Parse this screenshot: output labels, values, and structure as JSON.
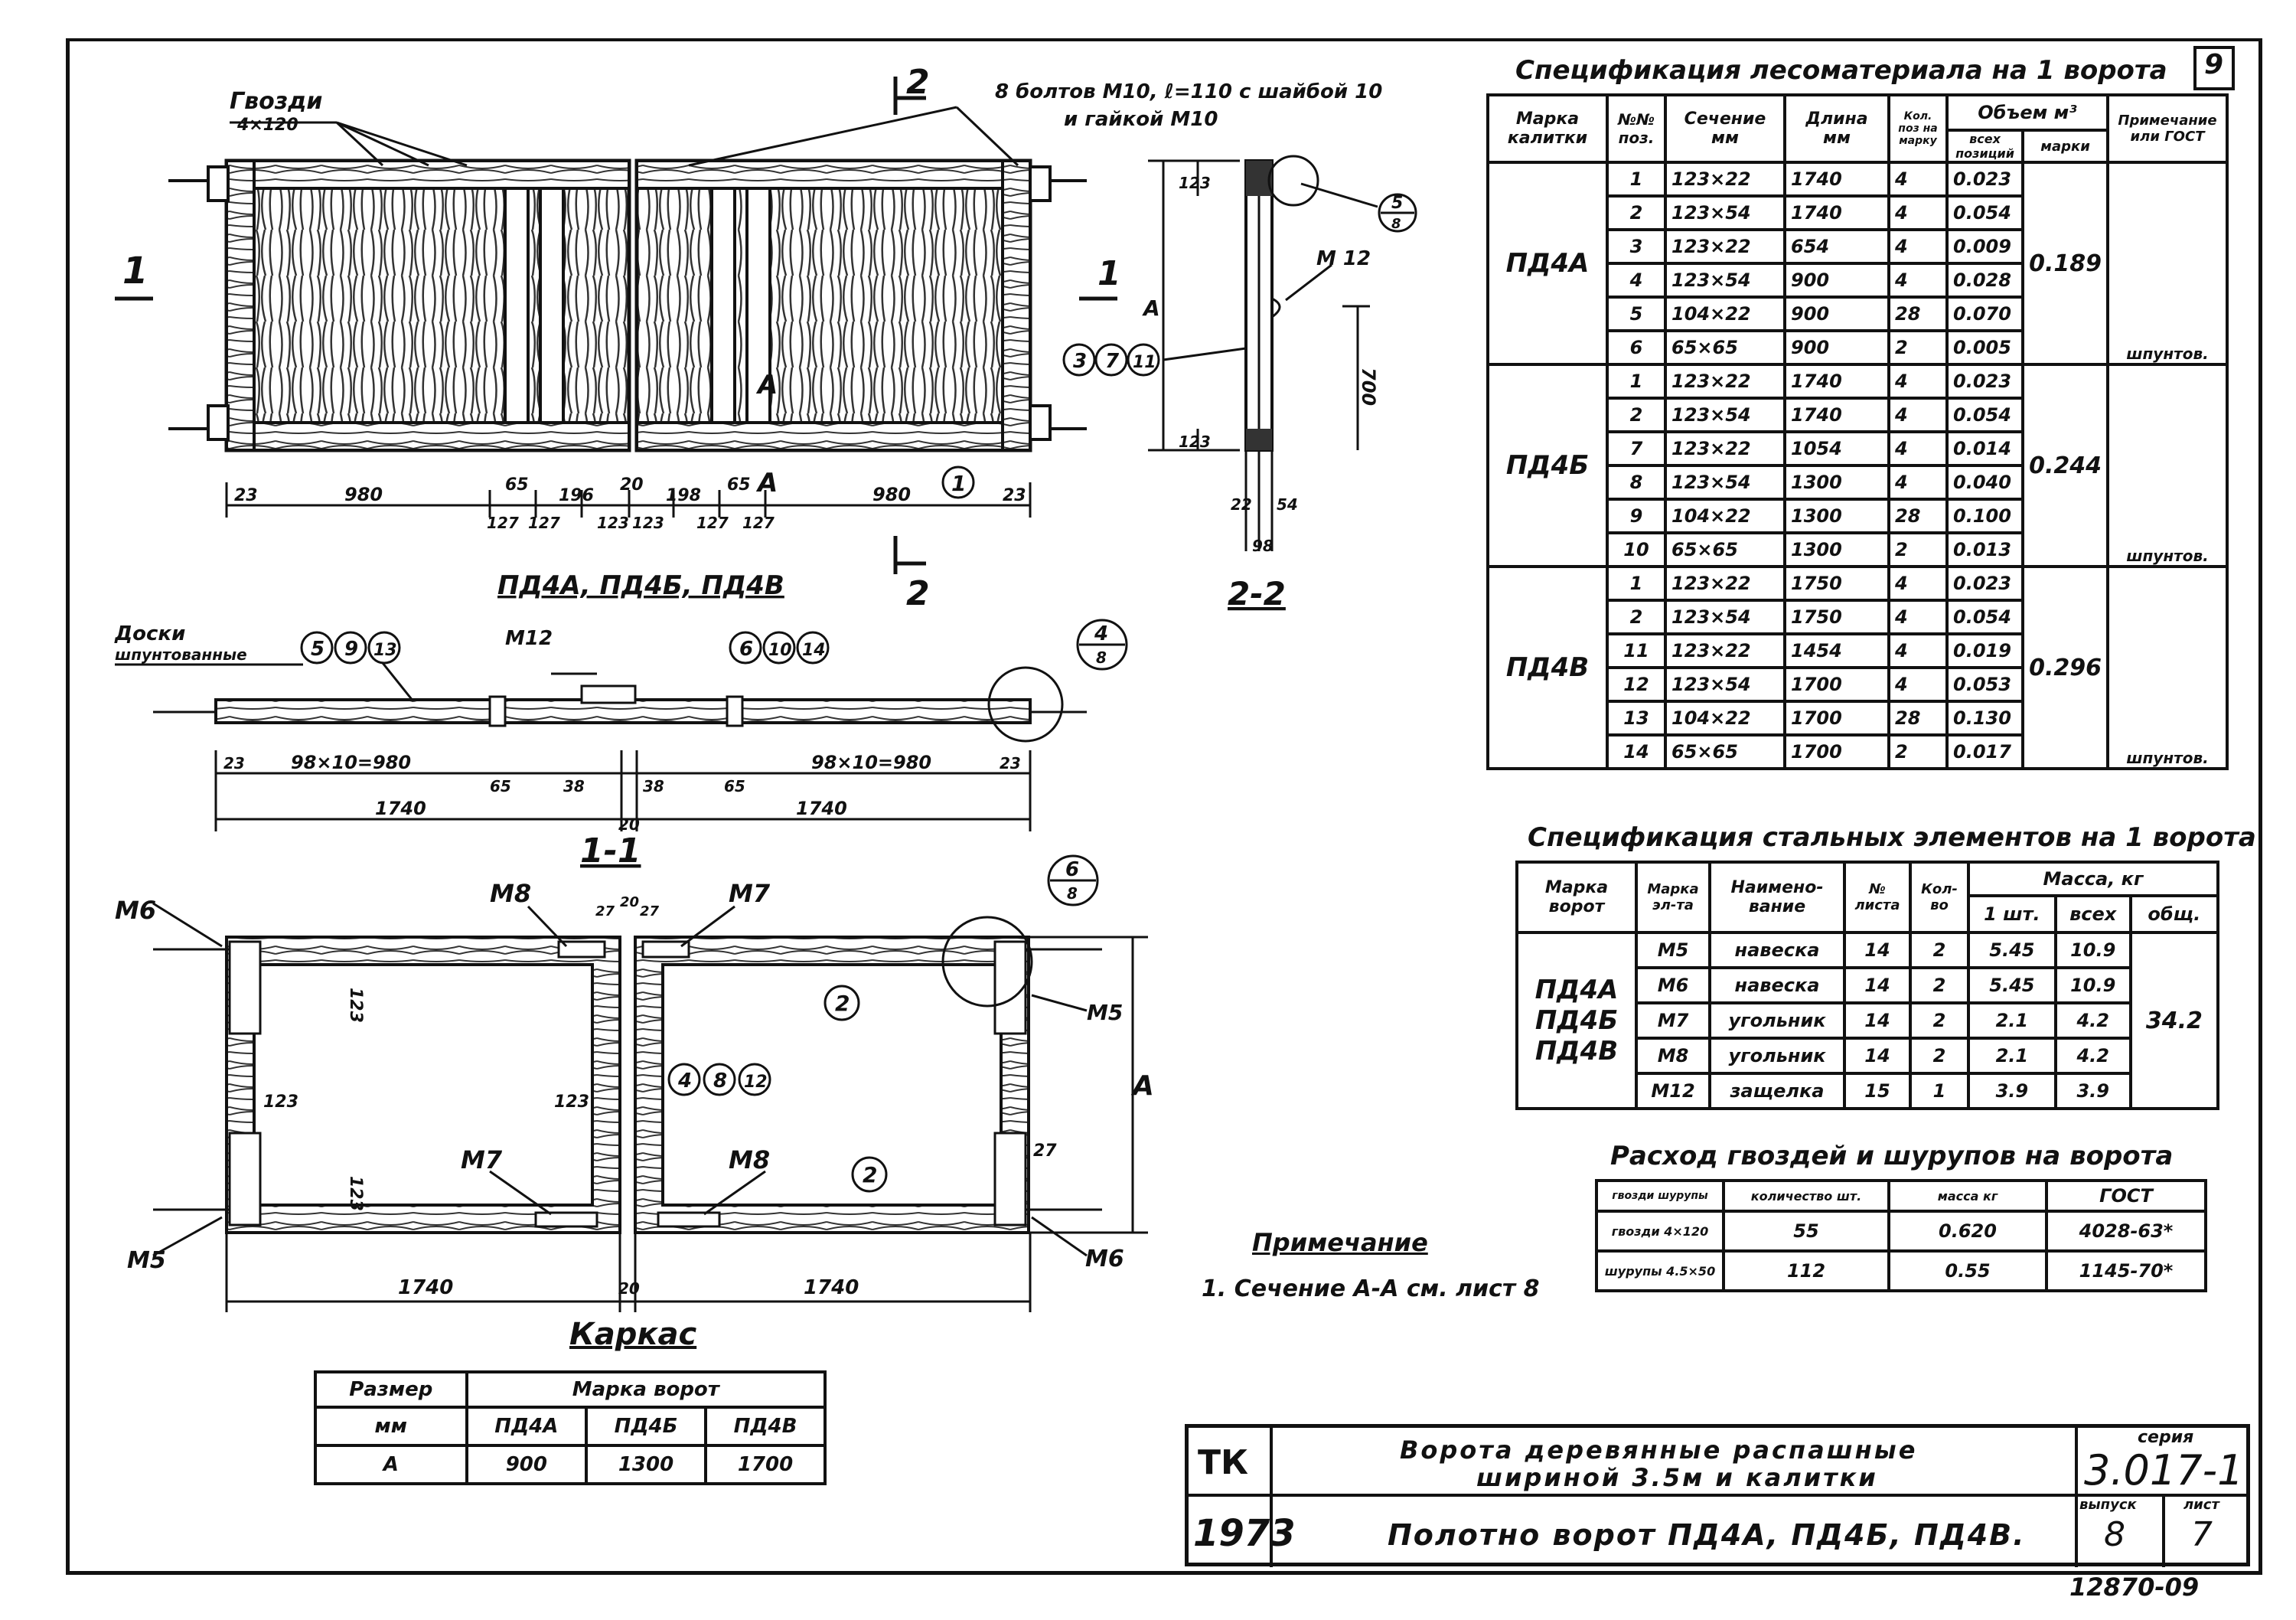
{
  "sheet_no": "9",
  "drawing": {
    "nails_label": "Гвозди",
    "nails_size": "4×120",
    "bolts_note_1": "8 болтов М10, ℓ=110 с шайбой 10",
    "bolts_note_2": "и гайкой М10",
    "section_2": "2",
    "section_1": "1",
    "section_A": "А",
    "dim_980": "980",
    "dim_23": "23",
    "dim_65": "65",
    "dim_196": "196",
    "dim_20": "20",
    "dim_198": "198",
    "dim_127": "127",
    "dim_123": "123",
    "callout_1": "1",
    "view_caption": "ПД4А, ПД4Б, ПД4В",
    "m12": "М 12",
    "dim_700": "700",
    "dim_22": "22",
    "dim_54": "54",
    "dim_98": "98",
    "callout_5": "5",
    "callout_8": "8",
    "callout_3": "3",
    "callout_7": "7",
    "callout_11": "11",
    "section_22": "2-2",
    "boards_label_1": "Доски",
    "boards_label_2": "шпунтованные",
    "c_5": "5",
    "c_9": "9",
    "c_13": "13",
    "c_6": "6",
    "c_10": "10",
    "c_14": "14",
    "c_4": "4",
    "c_4b": "8",
    "m12b": "М12",
    "dim_98x10": "98×10=980",
    "dim_1740": "1740",
    "dim_38": "38",
    "section_11": "1-1",
    "frame_M5": "М5",
    "frame_M6": "М6",
    "frame_M7": "М7",
    "frame_M8": "М8",
    "frame_27": "27",
    "callout_2": "2",
    "c_6b": "6",
    "c_6c": "8",
    "c_4x": "4",
    "c_8x": "8",
    "c_12x": "12",
    "frame_caption": "Каркас",
    "dim_A": "А"
  },
  "sizes_table": {
    "h_size": "Размер",
    "h_mm": "мм",
    "h_brand": "Марка ворот",
    "cols": [
      "ПД4А",
      "ПД4Б",
      "ПД4В"
    ],
    "row_label": "А",
    "values": [
      "900",
      "1300",
      "1700"
    ]
  },
  "note": {
    "title": "Примечание",
    "text": "1. Сечение А-А см. лист 8"
  },
  "timber_spec": {
    "title": "Спецификация лесоматериала на 1 ворота",
    "h_mark": "Марка калитки",
    "h_pos": "№№ поз.",
    "h_section": "Сечение мм",
    "h_length": "Длина мм",
    "h_qty": "Кол. поз на марку",
    "h_volume": "Объем м³",
    "h_vol_all": "всех позиций",
    "h_vol_mark": "марки",
    "h_note": "Примечание или ГОСТ",
    "groups": [
      {
        "mark": "ПД4А",
        "total": "0.189",
        "note": "шпунтов.",
        "rows": [
          [
            "1",
            "123×22",
            "1740",
            "4",
            "0.023"
          ],
          [
            "2",
            "123×54",
            "1740",
            "4",
            "0.054"
          ],
          [
            "3",
            "123×22",
            "654",
            "4",
            "0.009"
          ],
          [
            "4",
            "123×54",
            "900",
            "4",
            "0.028"
          ],
          [
            "5",
            "104×22",
            "900",
            "28",
            "0.070"
          ],
          [
            "6",
            "65×65",
            "900",
            "2",
            "0.005"
          ]
        ]
      },
      {
        "mark": "ПД4Б",
        "total": "0.244",
        "note": "шпунтов.",
        "rows": [
          [
            "1",
            "123×22",
            "1740",
            "4",
            "0.023"
          ],
          [
            "2",
            "123×54",
            "1740",
            "4",
            "0.054"
          ],
          [
            "7",
            "123×22",
            "1054",
            "4",
            "0.014"
          ],
          [
            "8",
            "123×54",
            "1300",
            "4",
            "0.040"
          ],
          [
            "9",
            "104×22",
            "1300",
            "28",
            "0.100"
          ],
          [
            "10",
            "65×65",
            "1300",
            "2",
            "0.013"
          ]
        ]
      },
      {
        "mark": "ПД4В",
        "total": "0.296",
        "note": "шпунтов.",
        "rows": [
          [
            "1",
            "123×22",
            "1750",
            "4",
            "0.023"
          ],
          [
            "2",
            "123×54",
            "1750",
            "4",
            "0.054"
          ],
          [
            "11",
            "123×22",
            "1454",
            "4",
            "0.019"
          ],
          [
            "12",
            "123×54",
            "1700",
            "4",
            "0.053"
          ],
          [
            "13",
            "104×22",
            "1700",
            "28",
            "0.130"
          ],
          [
            "14",
            "65×65",
            "1700",
            "2",
            "0.017"
          ]
        ]
      }
    ]
  },
  "steel_spec": {
    "title": "Спецификация стальных элементов на 1 ворота",
    "h_mark": "Марка ворот",
    "h_elem": "Марка эл-та",
    "h_name": "Наимено-вание",
    "h_sheet": "№ листа",
    "h_qty": "Кол-во",
    "h_mass": "Масса, кг",
    "h_one": "1 шт.",
    "h_all": "всех",
    "h_total": "общ.",
    "marks": "ПД4А ПД4Б ПД4В",
    "total": "34.2",
    "rows": [
      [
        "М5",
        "навеска",
        "14",
        "2",
        "5.45",
        "10.9"
      ],
      [
        "М6",
        "навеска",
        "14",
        "2",
        "5.45",
        "10.9"
      ],
      [
        "М7",
        "угольник",
        "14",
        "2",
        "2.1",
        "4.2"
      ],
      [
        "М8",
        "угольник",
        "14",
        "2",
        "2.1",
        "4.2"
      ],
      [
        "М12",
        "защелка",
        "15",
        "1",
        "3.9",
        "3.9"
      ]
    ]
  },
  "nails_spec": {
    "title": "Расход гвоздей и шурупов на ворота",
    "h_type": "гвозди шурупы",
    "h_qty": "количество шт.",
    "h_mass": "масса кг",
    "h_gost": "ГОСТ",
    "rows": [
      [
        "гвозди 4×120",
        "55",
        "0.620",
        "4028-63*"
      ],
      [
        "шурупы 4.5×50",
        "112",
        "0.55",
        "1145-70*"
      ]
    ]
  },
  "title_block": {
    "org": "ТК",
    "year": "1973",
    "name_1": "Ворота деревянные распашные",
    "name_2": "шириной 3.5м и калитки",
    "sheet_name": "Полотно ворот ПД4А, ПД4Б, ПД4В.",
    "series_label": "серия",
    "series": "3.017-1",
    "issue_label": "выпуск",
    "issue": "8",
    "sheet_label": "лист",
    "sheet": "7",
    "archive": "12870-09"
  }
}
